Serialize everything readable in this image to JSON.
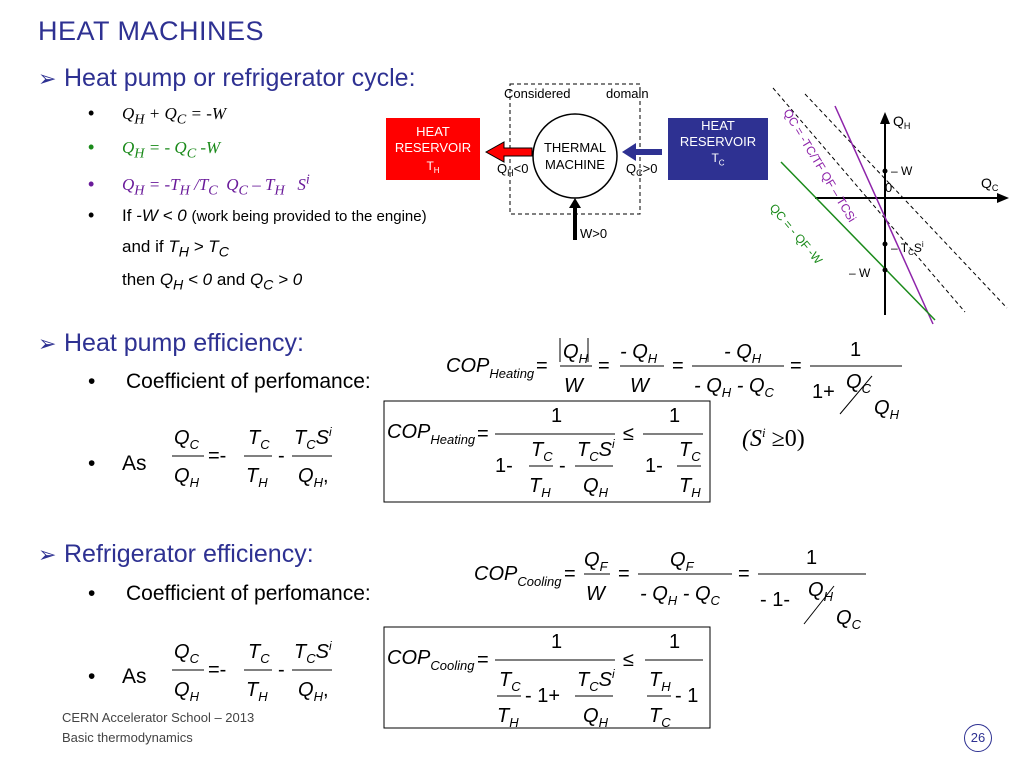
{
  "title": "HEAT MACHINES",
  "section1": {
    "heading": "Heat pump or refrigerator cycle:",
    "bullets": [
      "QH + QC = -W",
      "QH = - QC -W",
      "QH = -TH /TC  QC – TH   Si",
      "If -W < 0 (work being provided to the engine)",
      "and if TH > TC",
      "then QH < 0 and QC > 0"
    ]
  },
  "diagram": {
    "considered": "Considered",
    "domain": "domain",
    "hot_reservoir": [
      "HEAT",
      "RESERVOIR",
      "TH"
    ],
    "cold_reservoir": [
      "HEAT",
      "RESERVOIR",
      "TC"
    ],
    "machine": [
      "THERMAL",
      "MACHINE"
    ],
    "qh_label": "QH<0",
    "qc_label": "QC>0",
    "w_label": "W>0",
    "colors": {
      "hot": "#ff0000",
      "cold": "#2e3192"
    }
  },
  "graph": {
    "y_axis": "QH",
    "x_axis": "QC",
    "origin": "0",
    "minus_w_top": "– W",
    "minus_w_bottom": "– W",
    "tcsi_label": "– TCSi",
    "purple_line": "QC = -TC/TF QF – TCSi",
    "green_line": "QC = - QF -W",
    "colors": {
      "purple": "#8e24aa",
      "green": "#1a8a1a"
    }
  },
  "section2": {
    "heading": "Heat pump efficiency:",
    "coef": "Coefficient of perfomance:",
    "as": "As",
    "cop_heating": "COPHeating",
    "condition": "(Si ≥0)"
  },
  "section3": {
    "heading": "Refrigerator efficiency:",
    "coef": "Coefficient of perfomance:",
    "as": "As",
    "cop_cooling": "COPCooling"
  },
  "footer": {
    "line1": "CERN Accelerator School – 2013",
    "line2": "Basic thermodynamics"
  },
  "page_number": "26"
}
